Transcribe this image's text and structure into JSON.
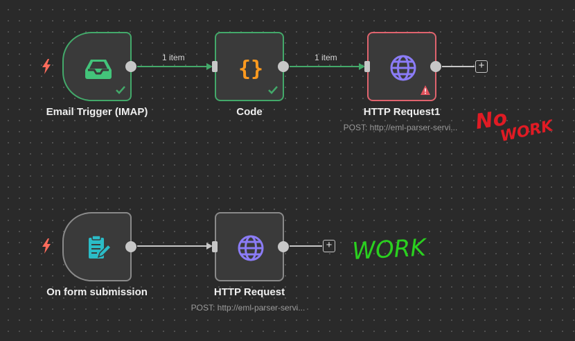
{
  "workflow": {
    "nodes": {
      "email_trigger": {
        "name": "Email Trigger (IMAP)",
        "status": "success"
      },
      "code": {
        "name": "Code",
        "status": "success"
      },
      "http_request1": {
        "name": "HTTP Request1",
        "subtitle": "POST: http://eml-parser-servi...",
        "status": "error"
      },
      "form_trigger": {
        "name": "On form submission"
      },
      "http_request": {
        "name": "HTTP Request",
        "subtitle": "POST: http://eml-parser-servi..."
      }
    },
    "edges": {
      "trigger_to_code": "1 item",
      "code_to_http1": "1 item"
    },
    "add_button_glyph": "+"
  },
  "annotations": {
    "no_work": {
      "line1": "No",
      "line2": "WORK",
      "color": "#e01b24"
    },
    "work": {
      "text": "WORK",
      "color": "#2ad11f"
    }
  },
  "colors": {
    "success": "#43a96a",
    "error": "#e0646e",
    "trigger_bolt": "#ff6b5b",
    "code_icon": "#ff9a1f",
    "globe_icon": "#8b7cf6",
    "inbox_icon": "#43c47a",
    "form_icon": "#2bbcc7"
  },
  "icons": {
    "email_trigger": "inbox-icon",
    "code": "curly-braces-icon",
    "http": "globe-icon",
    "form": "form-edit-icon",
    "trigger_marker": "lightning-bolt-icon",
    "success_badge": "check-icon",
    "error_badge": "warning-triangle-icon"
  }
}
